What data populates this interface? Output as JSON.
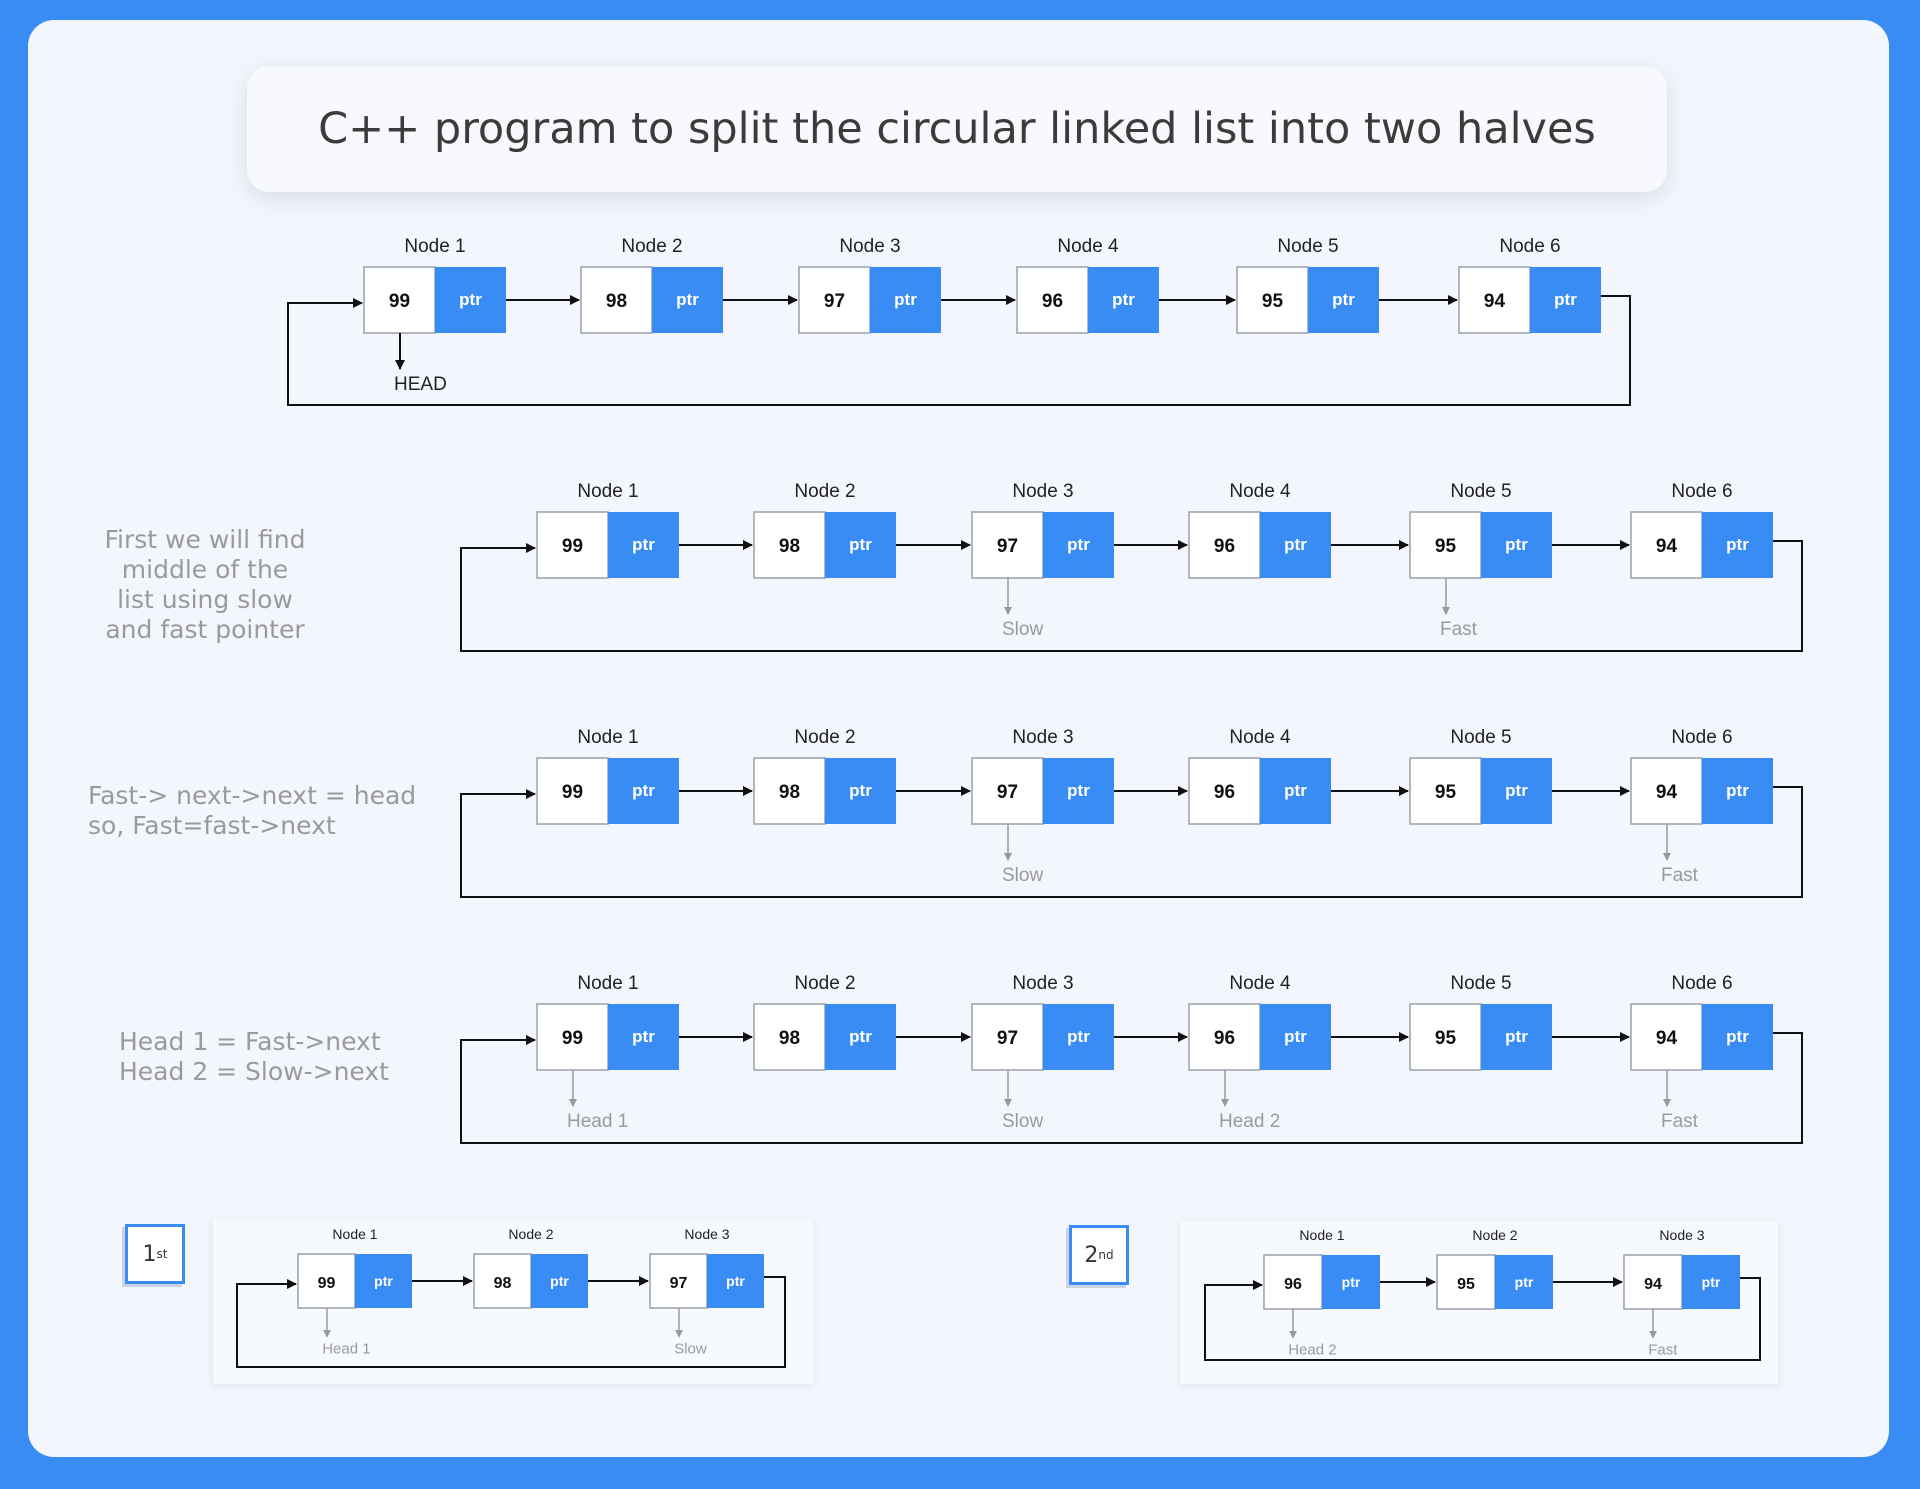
{
  "title": "C++ program to split the circular linked list into two halves",
  "notes": {
    "step1": "First we will find\nmiddle of the\nlist using slow\nand fast pointer",
    "step2": "Fast-> next->next = head\nso, Fast=fast->next",
    "step3": "Head 1 = Fast->next\nHead 2 = Slow->next"
  },
  "badges": {
    "first": {
      "main": "1",
      "sup": "st"
    },
    "second": {
      "main": "2",
      "sup": "nd"
    }
  },
  "colors": {
    "frame": "#3a8cf5",
    "card": "#f3f7fd",
    "ptr_cell": "#3a8cf5",
    "label_grey": "#9a9a9a"
  },
  "rows": [
    {
      "id": "initial-list",
      "nodes": [
        {
          "label": "Node 1",
          "value": "99",
          "ptr": "ptr"
        },
        {
          "label": "Node 2",
          "value": "98",
          "ptr": "ptr"
        },
        {
          "label": "Node 3",
          "value": "97",
          "ptr": "ptr"
        },
        {
          "label": "Node 4",
          "value": "96",
          "ptr": "ptr"
        },
        {
          "label": "Node 5",
          "value": "95",
          "ptr": "ptr"
        },
        {
          "label": "Node 6",
          "value": "94",
          "ptr": "ptr"
        }
      ],
      "markers": [
        {
          "node": 0,
          "text": "HEAD",
          "dark": true
        }
      ]
    },
    {
      "id": "find-middle-list",
      "nodes": [
        {
          "label": "Node 1",
          "value": "99",
          "ptr": "ptr"
        },
        {
          "label": "Node 2",
          "value": "98",
          "ptr": "ptr"
        },
        {
          "label": "Node 3",
          "value": "97",
          "ptr": "ptr"
        },
        {
          "label": "Node 4",
          "value": "96",
          "ptr": "ptr"
        },
        {
          "label": "Node 5",
          "value": "95",
          "ptr": "ptr"
        },
        {
          "label": "Node 6",
          "value": "94",
          "ptr": "ptr"
        }
      ],
      "markers": [
        {
          "node": 2,
          "text": "Slow"
        },
        {
          "node": 4,
          "text": "Fast"
        }
      ]
    },
    {
      "id": "fast-advance-list",
      "nodes": [
        {
          "label": "Node 1",
          "value": "99",
          "ptr": "ptr"
        },
        {
          "label": "Node 2",
          "value": "98",
          "ptr": "ptr"
        },
        {
          "label": "Node 3",
          "value": "97",
          "ptr": "ptr"
        },
        {
          "label": "Node 4",
          "value": "96",
          "ptr": "ptr"
        },
        {
          "label": "Node 5",
          "value": "95",
          "ptr": "ptr"
        },
        {
          "label": "Node 6",
          "value": "94",
          "ptr": "ptr"
        }
      ],
      "markers": [
        {
          "node": 2,
          "text": "Slow"
        },
        {
          "node": 5,
          "text": "Fast"
        }
      ]
    },
    {
      "id": "split-heads-list",
      "nodes": [
        {
          "label": "Node 1",
          "value": "99",
          "ptr": "ptr"
        },
        {
          "label": "Node 2",
          "value": "98",
          "ptr": "ptr"
        },
        {
          "label": "Node 3",
          "value": "97",
          "ptr": "ptr"
        },
        {
          "label": "Node 4",
          "value": "96",
          "ptr": "ptr"
        },
        {
          "label": "Node 5",
          "value": "95",
          "ptr": "ptr"
        },
        {
          "label": "Node 6",
          "value": "94",
          "ptr": "ptr"
        }
      ],
      "markers": [
        {
          "node": 0,
          "text": "Head 1"
        },
        {
          "node": 2,
          "text": "Slow"
        },
        {
          "node": 3,
          "text": "Head 2"
        },
        {
          "node": 5,
          "text": "Fast"
        }
      ]
    },
    {
      "id": "first-half-list",
      "nodes": [
        {
          "label": "Node 1",
          "value": "99",
          "ptr": "ptr"
        },
        {
          "label": "Node 2",
          "value": "98",
          "ptr": "ptr"
        },
        {
          "label": "Node 3",
          "value": "97",
          "ptr": "ptr"
        }
      ],
      "markers": [
        {
          "node": 0,
          "text": "Head 1"
        },
        {
          "node": 2,
          "text": "Slow"
        }
      ]
    },
    {
      "id": "second-half-list",
      "nodes": [
        {
          "label": "Node 1",
          "value": "96",
          "ptr": "ptr"
        },
        {
          "label": "Node 2",
          "value": "95",
          "ptr": "ptr"
        },
        {
          "label": "Node 3",
          "value": "94",
          "ptr": "ptr"
        }
      ],
      "markers": [
        {
          "node": 0,
          "text": "Head 2"
        },
        {
          "node": 2,
          "text": "Fast"
        }
      ]
    }
  ]
}
